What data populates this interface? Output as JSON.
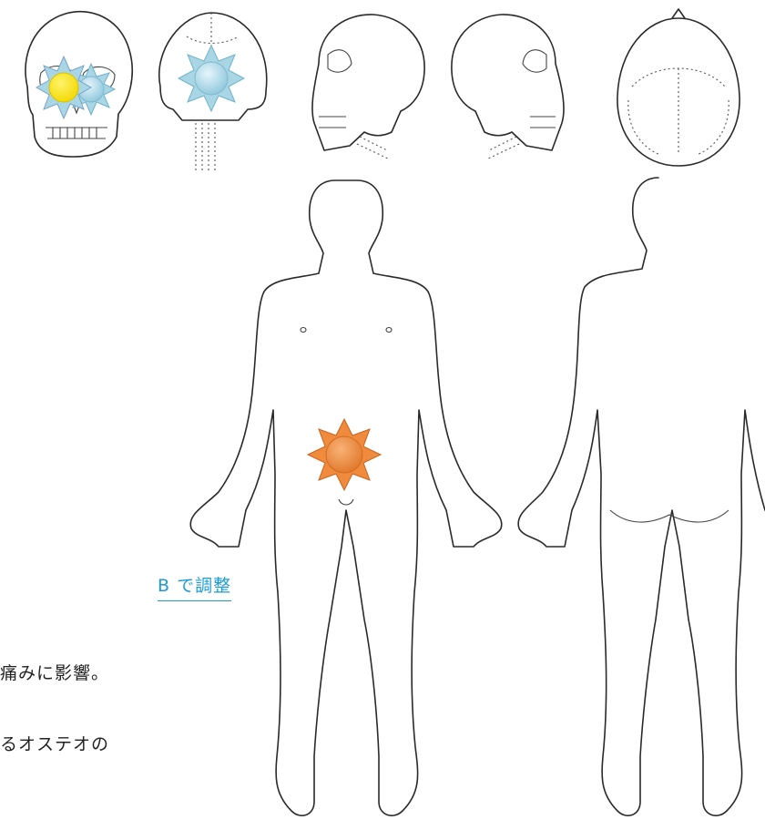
{
  "link": {
    "text": "B で調整"
  },
  "notes": [
    {
      "text": "痛みに影響。"
    },
    {
      "text": "るオステオの"
    }
  ],
  "markers": [
    {
      "name": "skull-front-right-marker",
      "color": "#ffe600"
    },
    {
      "name": "skull-front-left-marker",
      "color": "#a9d6e5"
    },
    {
      "name": "skull-back-marker",
      "color": "#a9d6e5"
    },
    {
      "name": "lower-abdomen-marker",
      "color": "#f08a3c"
    }
  ],
  "figures": {
    "skulls": [
      "skull-front",
      "skull-back",
      "skull-right-side",
      "skull-left-side",
      "skull-top"
    ],
    "bodies": [
      "body-front",
      "body-back"
    ]
  }
}
